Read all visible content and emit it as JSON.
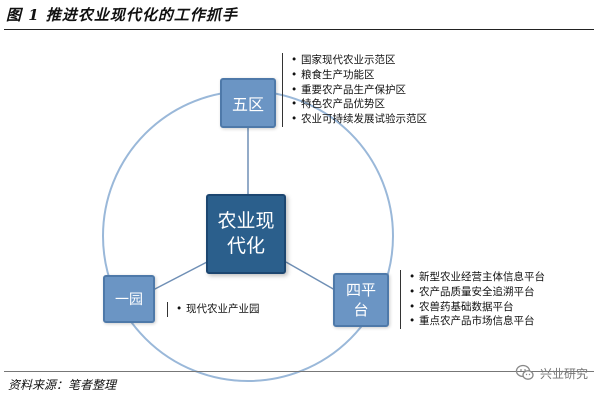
{
  "figure": {
    "title": "图 1    推进农业现代化的工作抓手"
  },
  "diagram": {
    "core": "农业现代化",
    "nodes": {
      "five_zones": {
        "label": "五区",
        "items": [
          "国家现代农业示范区",
          "粮食生产功能区",
          "重要农产品生产保护区",
          "特色农产品优势区",
          "农业可持续发展试验示范区"
        ]
      },
      "one_park": {
        "label": "一园",
        "items": [
          "现代农业产业园"
        ]
      },
      "four_platforms": {
        "label": "四平台",
        "items": [
          "新型农业经营主体信息平台",
          "农产品质量安全追溯平台",
          "农兽药基础数据平台",
          "重点农产品市场信息平台"
        ]
      }
    }
  },
  "footer": {
    "source": "资料来源：笔者整理",
    "watermark": "兴业研究",
    "watermark_icon": "wechat-icon"
  },
  "colors": {
    "core_fill": "#2b5f8c",
    "node_fill": "#6b95c4",
    "ring": "#9ab8d9",
    "spoke": "#6f8fb5"
  }
}
